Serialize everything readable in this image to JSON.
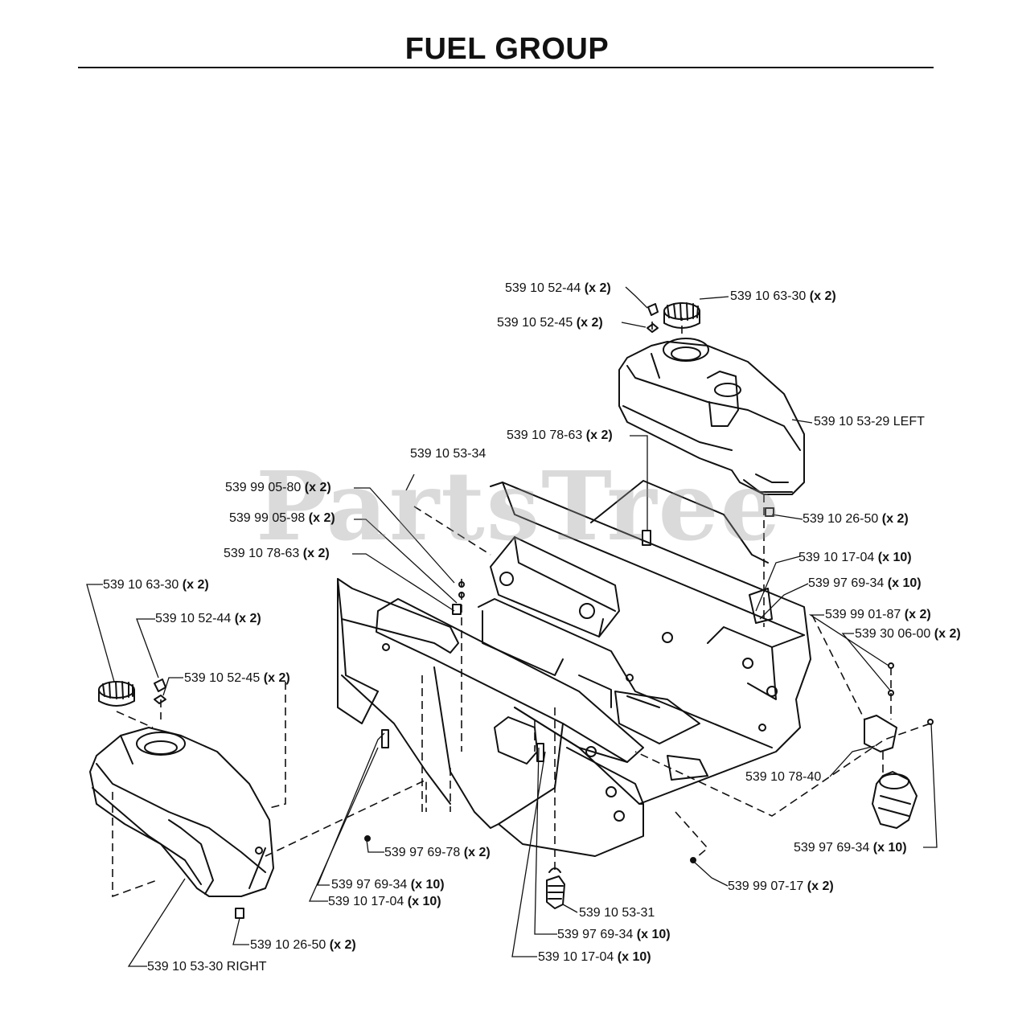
{
  "title": "FUEL GROUP",
  "watermark": "PartsTree",
  "callouts": [
    {
      "part": "539 10 52-44",
      "qty": "(x 2)"
    },
    {
      "part": "539 10 63-30",
      "qty": "(x 2)"
    },
    {
      "part": "539 10 52-45",
      "qty": "(x 2)"
    },
    {
      "part": "539 10 53-29 LEFT",
      "qty": ""
    },
    {
      "part": "539 10 78-63",
      "qty": "(x 2)"
    },
    {
      "part": "539 10 53-34",
      "qty": ""
    },
    {
      "part": "539 99 05-80",
      "qty": "(x 2)"
    },
    {
      "part": "539 10 26-50",
      "qty": "(x 2)"
    },
    {
      "part": "539 99 05-98",
      "qty": "(x 2)"
    },
    {
      "part": "539 10 78-63",
      "qty": "(x 2)"
    },
    {
      "part": "539 10 17-04",
      "qty": "(x 10)"
    },
    {
      "part": "539 97 69-34",
      "qty": "(x 10)"
    },
    {
      "part": "539 10 63-30",
      "qty": "(x 2)"
    },
    {
      "part": "539 99 01-87",
      "qty": "(x 2)"
    },
    {
      "part": "539 30 06-00",
      "qty": "(x 2)"
    },
    {
      "part": "539 10 52-44",
      "qty": "(x 2)"
    },
    {
      "part": "539 10 52-45",
      "qty": "(x 2)"
    },
    {
      "part": "539 10 78-40",
      "qty": ""
    },
    {
      "part": "539 97 69-78",
      "qty": "(x 2)"
    },
    {
      "part": "539 97 69-34",
      "qty": "(x 10)"
    },
    {
      "part": "539 97 69-34",
      "qty": "(x 10)"
    },
    {
      "part": "539 99 07-17",
      "qty": "(x 2)"
    },
    {
      "part": "539 10 17-04",
      "qty": "(x 10)"
    },
    {
      "part": "539 10 53-31",
      "qty": ""
    },
    {
      "part": "539 97 69-34",
      "qty": "(x 10)"
    },
    {
      "part": "539 10 26-50",
      "qty": "(x 2)"
    },
    {
      "part": "539 10 17-04",
      "qty": "(x 10)"
    },
    {
      "part": "539 10 53-30 RIGHT",
      "qty": ""
    }
  ]
}
